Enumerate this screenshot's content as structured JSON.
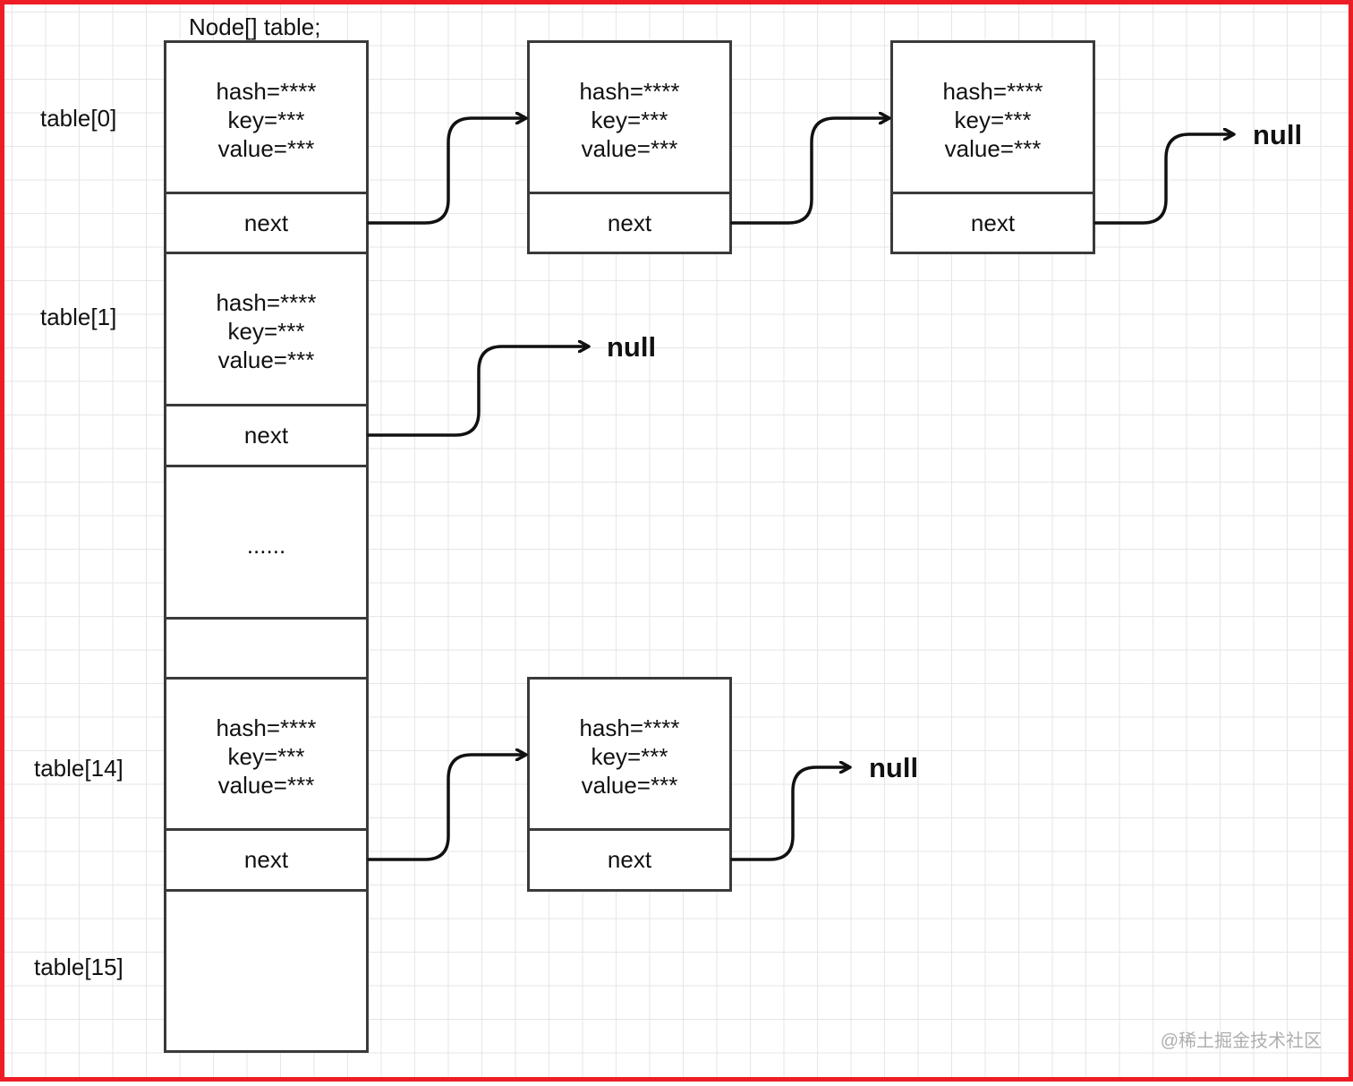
{
  "title": "Node[] table;",
  "node_fields": {
    "hash": "hash=****",
    "key": "key=***",
    "value": "value=***",
    "next": "next"
  },
  "table_labels": {
    "t0": "table[0]",
    "t1": "table[1]",
    "t14": "table[14]",
    "t15": "table[15]"
  },
  "ellipsis": "......",
  "null_text": "null",
  "watermark": "@稀土掘金技术社区",
  "colors": {
    "frame": "#ee1c24",
    "stroke": "#3a3a3a",
    "grid": "#e6e6e6"
  }
}
